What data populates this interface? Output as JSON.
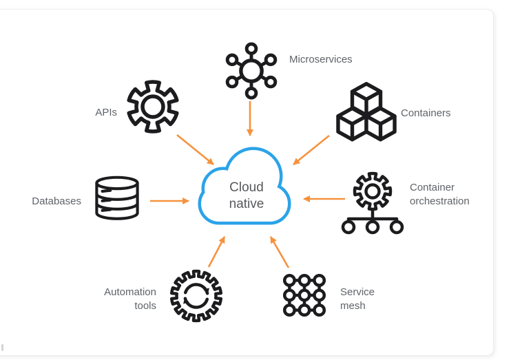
{
  "colors": {
    "icon_black": "#1C1C1E",
    "arrow_orange": "#F6923E",
    "cloud_blue": "#2BA3E8",
    "label_gray": "#5F6368"
  },
  "center": {
    "label": "Cloud\nnative"
  },
  "nodes": {
    "microservices": {
      "label": "Microservices",
      "icon": "hub-and-spokes"
    },
    "apis": {
      "label": "APIs",
      "icon": "gear-6-teeth"
    },
    "containers": {
      "label": "Containers",
      "icon": "three-cubes"
    },
    "container_orchestration": {
      "label": "Container\norchestration",
      "icon": "gear-over-tree"
    },
    "service_mesh": {
      "label": "Service\nmesh",
      "icon": "node-grid-3x3"
    },
    "automation_tools": {
      "label": "Automation\ntools",
      "icon": "gear-sync-arrows"
    },
    "databases": {
      "label": "Databases",
      "icon": "database-cylinder"
    }
  }
}
